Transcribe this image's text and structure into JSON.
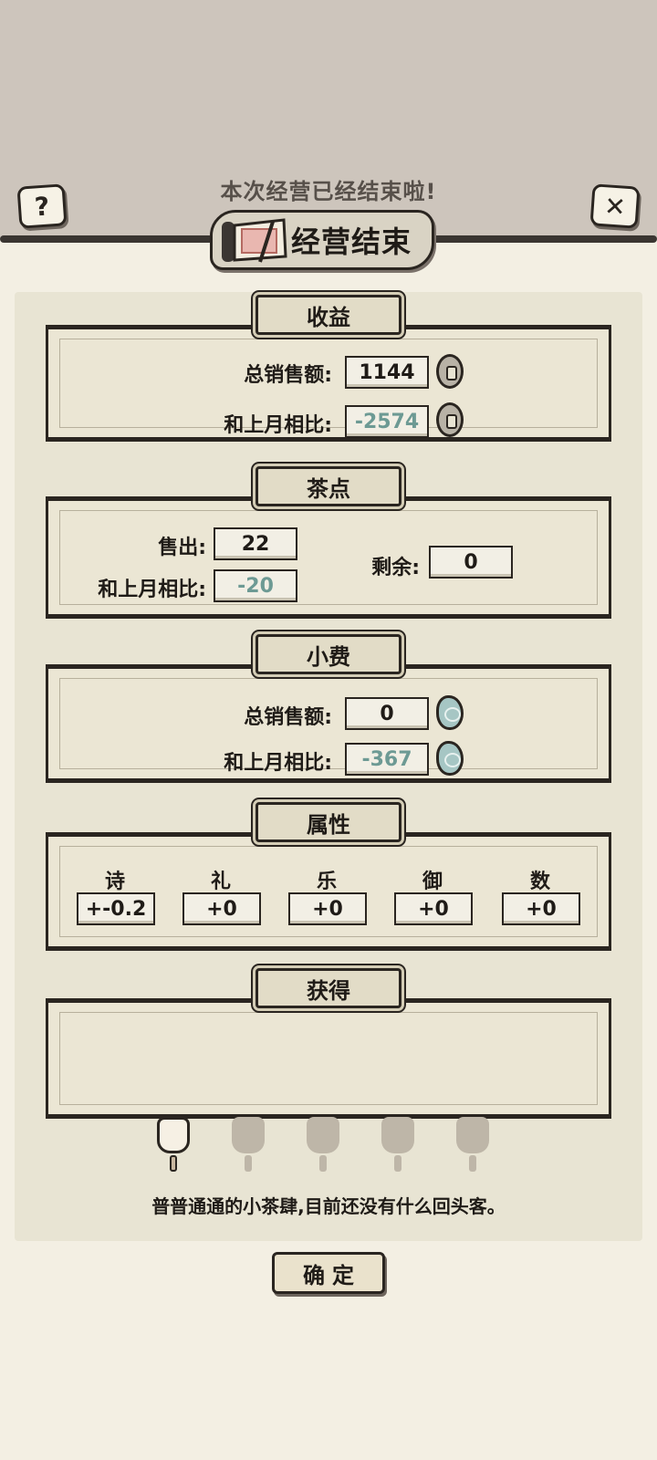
{
  "header": {
    "message": "本次经营已经结束啦!",
    "help_icon": "?",
    "close_icon": "✕",
    "title": "经营结束"
  },
  "revenue": {
    "title": "收益",
    "total_label": "总销售额:",
    "total_value": "1144",
    "compare_label": "和上月相比:",
    "compare_value": "-2574",
    "currency_icon": "coin-icon"
  },
  "snacks": {
    "title": "茶点",
    "sold_label": "售出:",
    "sold_value": "22",
    "compare_label": "和上月相比:",
    "compare_value": "-20",
    "remaining_label": "剩余:",
    "remaining_value": "0"
  },
  "tips": {
    "title": "小费",
    "total_label": "总销售额:",
    "total_value": "0",
    "compare_label": "和上月相比:",
    "compare_value": "-367",
    "currency_icon": "tip-gem-icon"
  },
  "attributes": {
    "title": "属性",
    "items": [
      {
        "name": "诗",
        "value": "+-0.2"
      },
      {
        "name": "礼",
        "value": "+0"
      },
      {
        "name": "乐",
        "value": "+0"
      },
      {
        "name": "御",
        "value": "+0"
      },
      {
        "name": "数",
        "value": "+0"
      }
    ]
  },
  "rewards": {
    "title": "获得"
  },
  "rating": {
    "lit": 1,
    "total": 5,
    "description": "普普通通的小茶肆,目前还没有什么回头客。"
  },
  "confirm_label": "确定",
  "colors": {
    "background": "#f3efe3",
    "top_band": "#cdc5bc",
    "panel": "#e8e4d3",
    "negative_value": "#6d9a94",
    "ink": "#2a2520"
  }
}
